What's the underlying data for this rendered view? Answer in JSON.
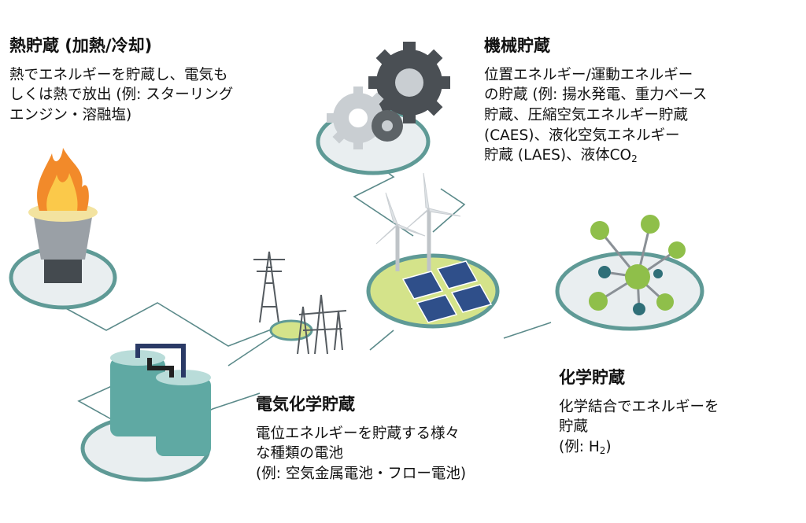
{
  "colors": {
    "connector": "#5b8a8a",
    "ring": "#5f9a96",
    "platform": "#e9eef0",
    "grass": "#d4e38a",
    "battery": "#5fa9a3",
    "node": "#8fbf4a",
    "node_alt": "#2f6f78"
  },
  "thermal": {
    "title": "熱貯蔵 (加熱/冷却)",
    "lines": [
      "熱でエネルギーを貯蔵し、電気も",
      "しくは熱で放出 (例: スターリング",
      "エンジン・溶融塩)"
    ]
  },
  "mechanical": {
    "title": "機械貯蔵",
    "lines": [
      "位置エネルギー/運動エネルギー",
      "の貯蔵 (例: 揚水発電、重力ベース",
      "貯蔵、圧縮空気エネルギー貯蔵",
      "(CAES)、液化空気エネルギー"
    ],
    "last_line_main": "貯蔵 (LAES)、液体CO",
    "last_line_sub": "2"
  },
  "electrochemical": {
    "title": "電気化学貯蔵",
    "lines": [
      "電位エネルギーを貯蔵する様々",
      "な種類の電池",
      "(例: 空気金属電池・フロー電池)"
    ]
  },
  "chemical": {
    "title": "化学貯蔵",
    "lines": [
      "化学結合でエネルギーを",
      "貯蔵"
    ],
    "last_line_main": "(例: H",
    "last_line_sub": "2",
    "last_line_end": ")"
  },
  "icons": [
    "flame-icon",
    "gears-icon",
    "wind-turbine-icon",
    "solar-panel-icon",
    "power-pylon-icon",
    "substation-icon",
    "battery-icon",
    "molecule-icon"
  ]
}
